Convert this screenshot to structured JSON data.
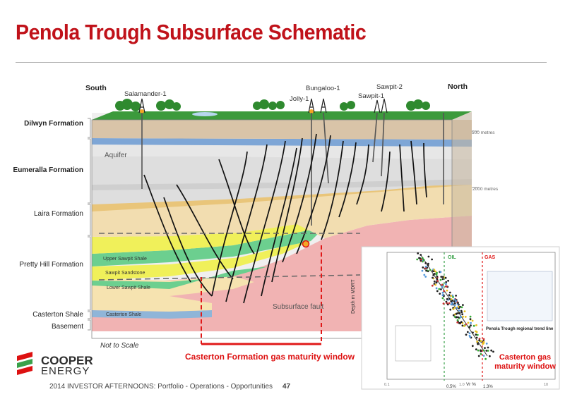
{
  "title": "Penola Trough Subsurface Schematic",
  "directions": {
    "south": "South",
    "north": "North"
  },
  "wells": {
    "salamander": "Salamander-1",
    "jolly": "Jolly-1",
    "bungaloo": "Bungaloo-1",
    "sawpit1": "Sawpit-1",
    "sawpit2": "Sawpit-2"
  },
  "formations": {
    "dilwyn": "Dilwyn Formation",
    "eumeralla": "Eumeralla Formation",
    "laira": "Laira Formation",
    "pretty_hill": "Pretty Hill Formation",
    "casterton_shale": "Casterton Shale",
    "basement": "Basement"
  },
  "inner_labels": {
    "aquifer": "Aquifer",
    "upper_sawpit": "Upper Sawpit Shale",
    "sawpit_sandstone": "Sawpit Sandstone",
    "lower_sawpit": "Lower Sawpit Shale",
    "casterton_inner": "Casterton Shale",
    "fault": "Subsurface fault"
  },
  "depth_labels": {
    "d500": "500 metres",
    "d2000": "2000 metres"
  },
  "scale_note": "Not to Scale",
  "window_label": "Casterton Formation gas maturity window",
  "inset": {
    "oil": "OIL",
    "gas": "GAS",
    "ylabel": "Depth m MDRT",
    "xlabel": "Vr %",
    "trend": "Penola Trough regional trend line",
    "casterton_gas": "Casterton gas maturity window",
    "x_ticks": [
      "0.1",
      "1.0",
      "10"
    ],
    "markers": [
      "0.5%",
      "1.3%"
    ]
  },
  "logo": {
    "line1": "COOPER",
    "line2": "ENERGY"
  },
  "footer": "2014 INVESTOR AFTERNOONS: Portfolio - Operations - Opportunities",
  "page_number": "47",
  "colors": {
    "title": "#c0121a",
    "window": "#e01818",
    "basement": "#f1b3b3"
  }
}
